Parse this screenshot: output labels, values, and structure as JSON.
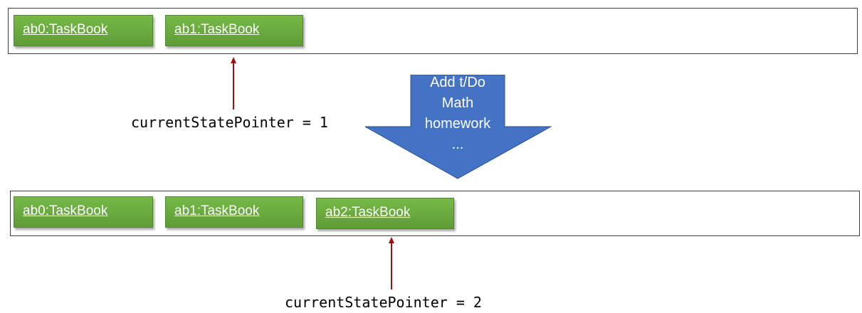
{
  "before": {
    "states": [
      "ab0:TaskBook",
      "ab1:TaskBook"
    ],
    "pointer_label": "currentStatePointer = 1"
  },
  "command": {
    "lines": [
      "Add t/Do",
      "Math",
      "homework",
      "..."
    ]
  },
  "after": {
    "states": [
      "ab0:TaskBook",
      "ab1:TaskBook",
      "ab2:TaskBook"
    ],
    "pointer_label": "currentStatePointer = 2"
  },
  "colors": {
    "state_fill": "#70ad47",
    "arrow_fill": "#4472c4",
    "pointer": "#a01010"
  }
}
